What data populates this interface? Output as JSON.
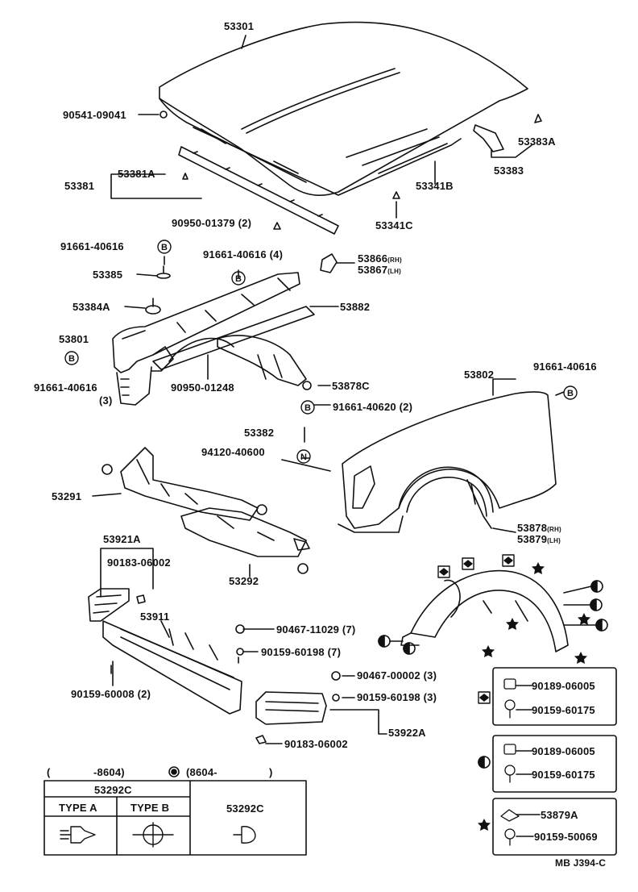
{
  "parts": {
    "p53301": "53301",
    "p90541": "90541-09041",
    "p53381": "53381",
    "p53381A": "53381A",
    "p53341B": "53341B",
    "p53341C": "53341C",
    "p53383A": "53383A",
    "p53383": "53383",
    "p90950_01379": "90950-01379 (2)",
    "p91661_a": "91661-40616",
    "p91661_b": "91661-40616 (4)",
    "p53866": "53866",
    "p53866_side": "(RH)",
    "p53867": "53867",
    "p53867_side": "(LH)",
    "p53385": "53385",
    "p53384A": "53384A",
    "p53882": "53882",
    "p53801": "53801",
    "p91661_c": "91661-40616",
    "p91661_c_qty": "(3)",
    "p90950_01248": "90950-01248",
    "p53878C": "53878C",
    "p91661_40620": "91661-40620 (2)",
    "p53802": "53802",
    "p91661_d": "91661-40616",
    "p53382": "53382",
    "p94120": "94120-40600",
    "p53291": "53291",
    "p53878": "53878",
    "p53878_side": "(RH)",
    "p53879": "53879",
    "p53879_side": "(LH)",
    "p53921A": "53921A",
    "p90183_a": "90183-06002",
    "p53292": "53292",
    "p53911": "53911",
    "p90467_11029": "90467-11029 (7)",
    "p90159_60198_7": "90159-60198 (7)",
    "p90159_60008": "90159-60008 (2)",
    "p90467_00002": "90467-00002 (3)",
    "p90159_60198_3": "90159-60198 (3)",
    "p90183_b": "90183-06002",
    "p53922A": "53922A"
  },
  "legend": {
    "diamond_a": "90189-06005",
    "diamond_b": "90159-60175",
    "half_a": "90189-06005",
    "half_b": "90159-60175",
    "star_a": "53879A",
    "star_b": "90159-50069"
  },
  "bottom_table": {
    "period_old": "-8604)",
    "period_new": "(8604-",
    "header_left": "53292C",
    "type_a": "TYPE A",
    "type_b": "TYPE B",
    "header_right": "53292C"
  },
  "symbols": {
    "B": "B",
    "N": "N"
  },
  "footer": {
    "ref": "MB J394-C"
  }
}
